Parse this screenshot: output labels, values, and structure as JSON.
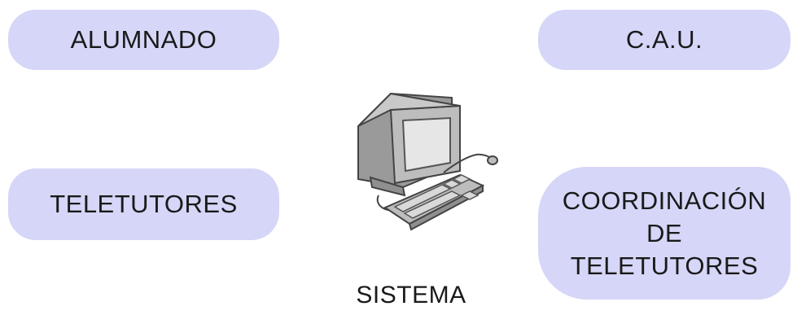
{
  "nodes": {
    "alumnado": "ALUMNADO",
    "cau": "C.A.U.",
    "teletutores": "TELETUTORES",
    "coordinacion": "COORDINACIÓN\nDE\nTELETUTORES"
  },
  "center": {
    "label": "SISTEMA",
    "icon": "computer-icon"
  },
  "colors": {
    "node_fill": "#d6d6f8",
    "text": "#1a1a1a"
  }
}
